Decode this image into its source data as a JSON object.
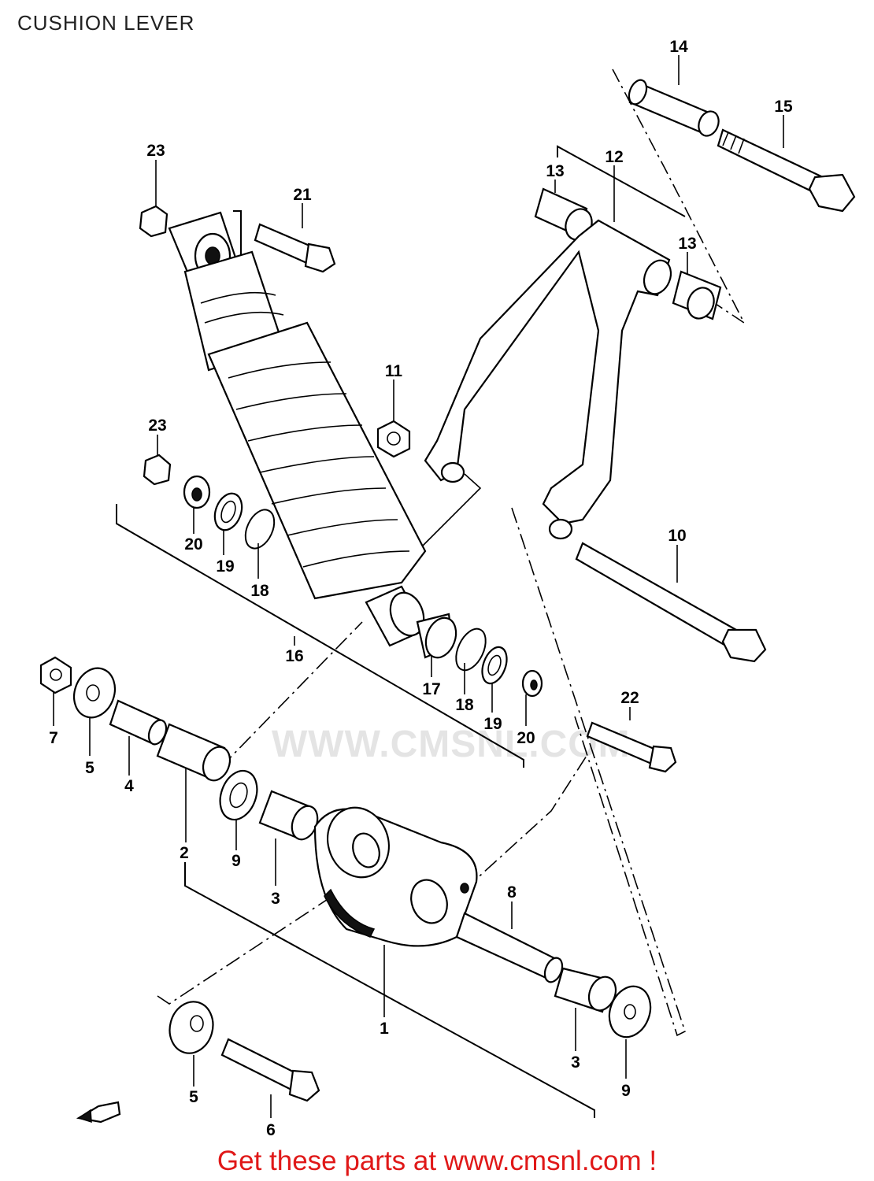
{
  "title": "CUSHION LEVER",
  "watermark": "WWW.CMSNL.COM",
  "footer": "Get these parts at www.cmsnl.com !",
  "colors": {
    "footer_text": "#e01818",
    "line_art": "#000000",
    "watermark": "#e4e4e4"
  },
  "labels": {
    "l14": "14",
    "l15": "15",
    "l12": "12",
    "l13a": "13",
    "l13b": "13",
    "l23a": "23",
    "l21": "21",
    "l11": "11",
    "l23b": "23",
    "l20a": "20",
    "l19a": "19",
    "l18a": "18",
    "l10": "10",
    "l16": "16",
    "l17": "17",
    "l18b": "18",
    "l19b": "19",
    "l20b": "20",
    "l22": "22",
    "l7": "7",
    "l5a": "5",
    "l4": "4",
    "l9a": "9",
    "l2": "2",
    "l3a": "3",
    "l8": "8",
    "l1": "1",
    "l5b": "5",
    "l6": "6",
    "l3b": "3",
    "l9b": "9"
  }
}
